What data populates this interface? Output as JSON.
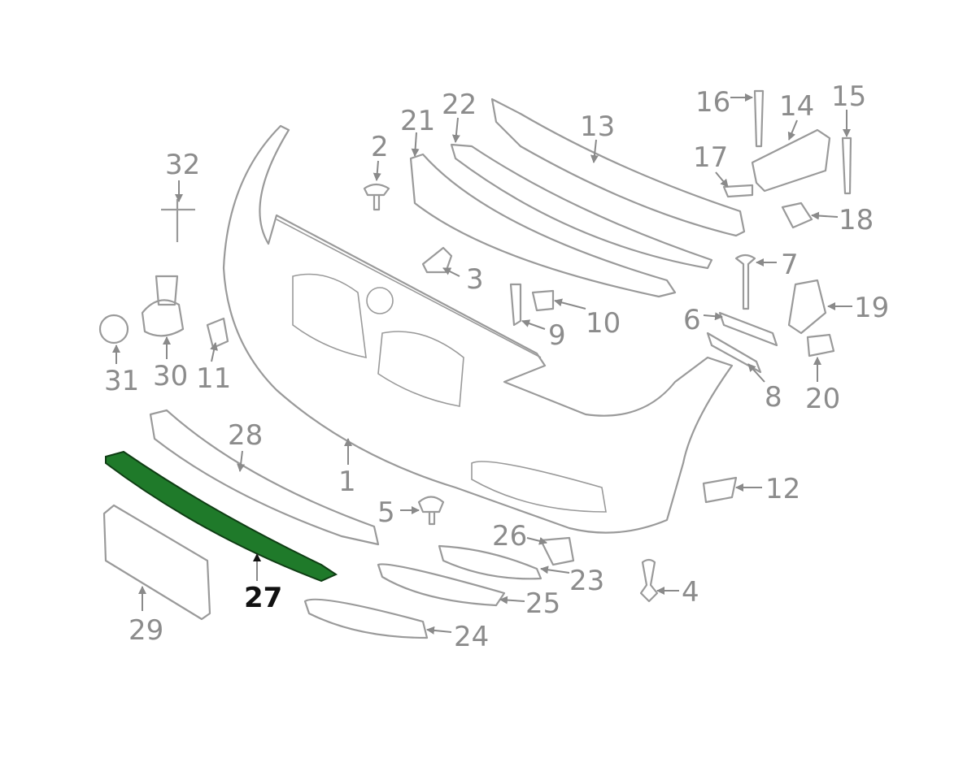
{
  "diagram": {
    "highlight_color": "#1f7a2a",
    "highlighted_part": "27",
    "labels": [
      "1",
      "2",
      "3",
      "4",
      "5",
      "6",
      "7",
      "8",
      "9",
      "10",
      "11",
      "12",
      "13",
      "14",
      "15",
      "16",
      "17",
      "18",
      "19",
      "20",
      "21",
      "22",
      "23",
      "24",
      "25",
      "26",
      "27",
      "28",
      "29",
      "30",
      "31",
      "32"
    ]
  }
}
